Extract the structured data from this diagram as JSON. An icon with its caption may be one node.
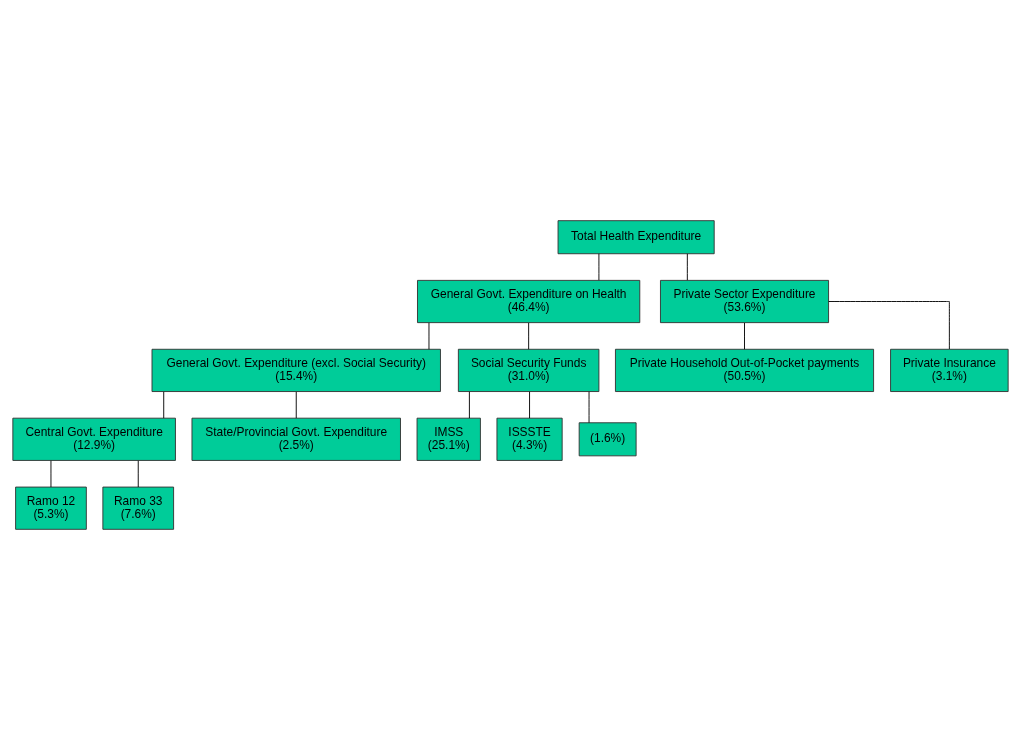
{
  "diagram": {
    "nodes": [
      {
        "text": [
          "Total Health Expenditure"
        ]
      },
      {
        "text": [
          "General Govt. Expenditure on Health",
          "(46.4%)"
        ]
      },
      {
        "text": [
          "Private Sector Expenditure",
          "(53.6%)"
        ]
      },
      {
        "text": [
          "General Govt. Expenditure (excl. Social Security)",
          "(15.4%)"
        ]
      },
      {
        "text": [
          "Social Security Funds",
          "(31.0%)"
        ]
      },
      {
        "text": [
          "Private Household Out-of-Pocket payments",
          "(50.5%)"
        ]
      },
      {
        "text": [
          "Private Insurance",
          "(3.1%)"
        ]
      },
      {
        "text": [
          "Central Govt. Expenditure",
          "(12.9%)"
        ]
      },
      {
        "text": [
          "State/Provincial Govt. Expenditure",
          "(2.5%)"
        ]
      },
      {
        "text": [
          "IMSS",
          "(25.1%)"
        ]
      },
      {
        "text": [
          "ISSSTE",
          "(4.3%)"
        ]
      },
      {
        "text": [
          "(1.6%)"
        ]
      },
      {
        "text": [
          "Ramo 12",
          "(5.3%)"
        ]
      },
      {
        "text": [
          "Ramo 33",
          "(7.6%)"
        ]
      }
    ],
    "edges": [
      {
        "from": 0,
        "to": 1,
        "arrow": "none"
      },
      {
        "from": 0,
        "to": 2,
        "arrow": "none"
      },
      {
        "from": 1,
        "to": 3,
        "arrow": "none"
      },
      {
        "from": 1,
        "to": 4,
        "arrow": "none"
      },
      {
        "from": 2,
        "to": 5,
        "arrow": "none"
      },
      {
        "from": 2,
        "to": 6,
        "arrow": "none"
      },
      {
        "from": 3,
        "to": 7,
        "arrow": "none"
      },
      {
        "from": 3,
        "to": 8,
        "arrow": "none"
      },
      {
        "from": 4,
        "to": 9,
        "arrow": "none"
      },
      {
        "from": 4,
        "to": 10,
        "arrow": "none"
      },
      {
        "from": 4,
        "to": 11,
        "arrow": "none"
      },
      {
        "from": 7,
        "to": 12,
        "arrow": "none"
      },
      {
        "from": 7,
        "to": 13,
        "arrow": "none"
      }
    ]
  }
}
